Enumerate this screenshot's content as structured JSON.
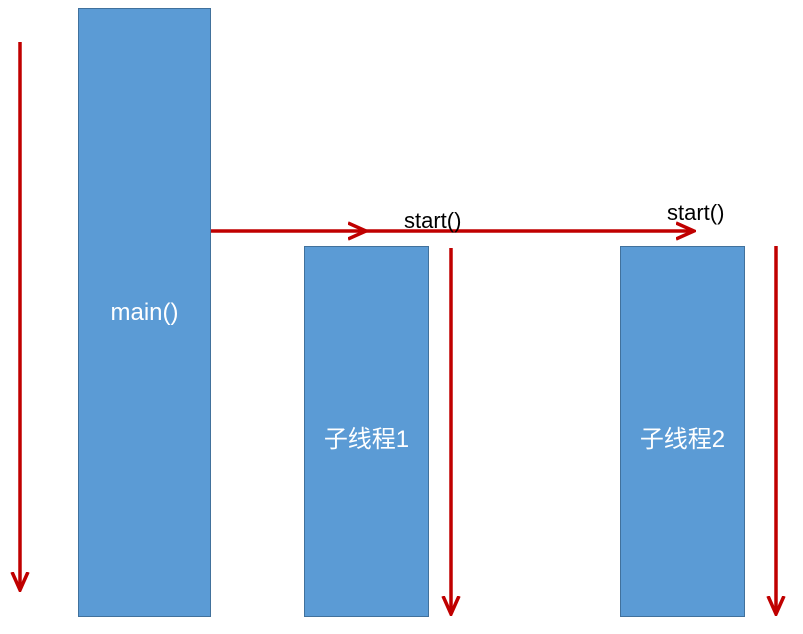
{
  "diagram": {
    "main_box": {
      "label": "main()"
    },
    "thread1_box": {
      "label": "子线程1"
    },
    "thread2_box": {
      "label": "子线程2"
    },
    "calls": [
      {
        "label": "start()"
      },
      {
        "label": "start()"
      }
    ]
  },
  "colors": {
    "box_fill": "#5b9bd5",
    "box_border": "#41719c",
    "arrow": "#c00000",
    "box_text": "#ffffff",
    "call_text": "#000000"
  }
}
